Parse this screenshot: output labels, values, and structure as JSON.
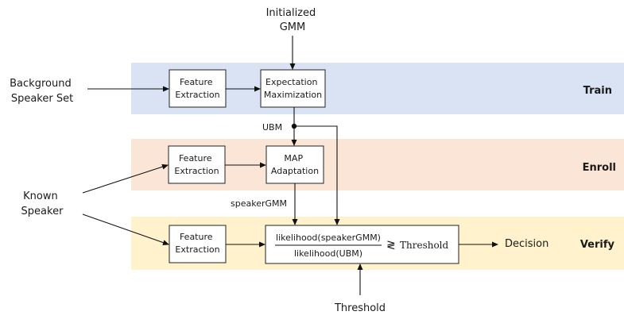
{
  "colors": {
    "train_band": "#dae3f3",
    "enroll_band": "#fbe5d6",
    "verify_band": "#fff2cc"
  },
  "inputs": {
    "initialized_gmm": [
      "Initialized",
      "GMM"
    ],
    "background_speaker_set": [
      "Background",
      "Speaker Set"
    ],
    "known_speaker": [
      "Known",
      "Speaker"
    ],
    "threshold": "Threshold"
  },
  "bands": {
    "train": "Train",
    "enroll": "Enroll",
    "verify": "Verify"
  },
  "blocks": {
    "feature_extraction": [
      "Feature",
      "Extraction"
    ],
    "expectation_maximization": [
      "Expectation",
      "Maximization"
    ],
    "map_adaptation": [
      "MAP",
      "Adaptation"
    ]
  },
  "ratio": {
    "numerator": "likelihood(speakerGMM)",
    "denominator": "likelihood(UBM)",
    "comparator": "≷",
    "threshold": "Threshold"
  },
  "signals": {
    "ubm": "UBM",
    "speaker_gmm": "speakerGMM"
  },
  "output": {
    "decision": "Decision"
  }
}
